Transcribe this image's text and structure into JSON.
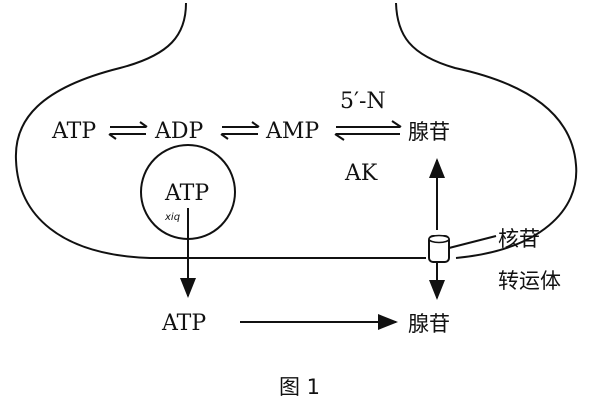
{
  "diagram": {
    "row1": {
      "atp": "ATP",
      "adp": "ADP",
      "amp": "AMP",
      "enzyme_top": "5′-N",
      "enzyme_bottom": "AK",
      "adenosine": "腺苷"
    },
    "vesicle": {
      "label": "ATP",
      "handwritten_note": "xiq"
    },
    "transporter": {
      "label_line1": "核苷",
      "label_line2": "转运体"
    },
    "bottom": {
      "atp": "ATP",
      "adenosine": "腺苷"
    },
    "caption": "图 1"
  }
}
